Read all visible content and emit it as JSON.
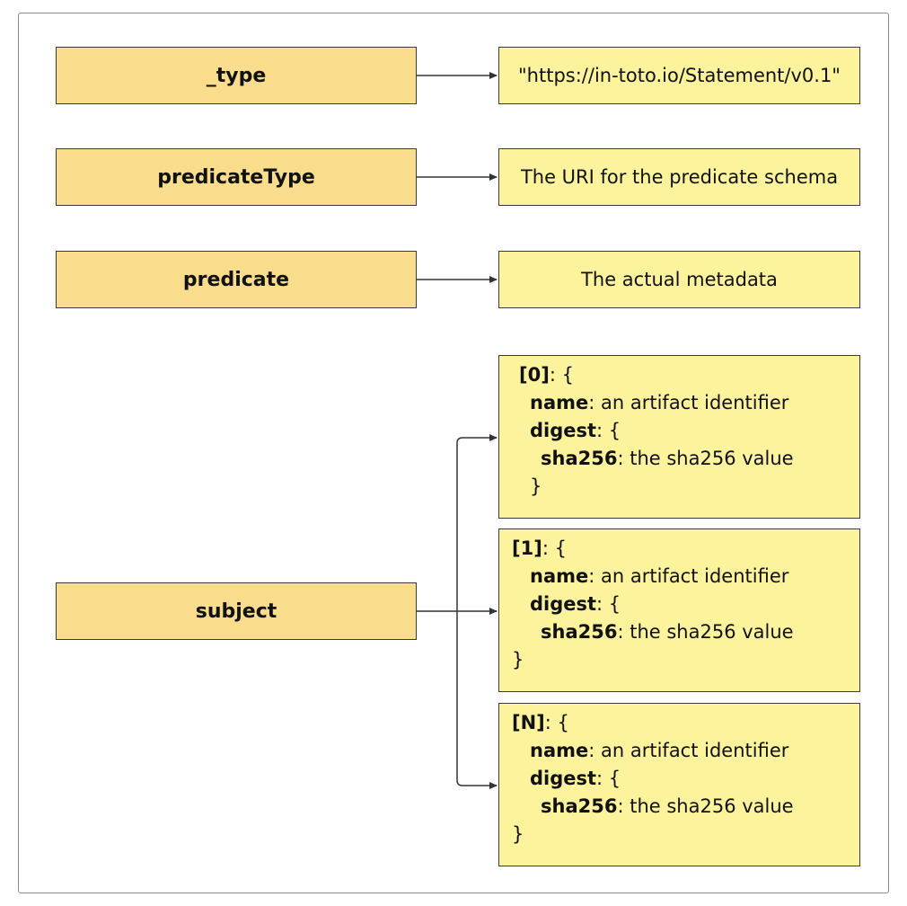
{
  "fields": [
    {
      "key": "_type",
      "value": "\"https://in-toto.io/Statement/v0.1\""
    },
    {
      "key": "predicateType",
      "value": "The URI for the predicate schema"
    },
    {
      "key": "predicate",
      "value": "The actual metadata"
    }
  ],
  "subject": {
    "key": "subject",
    "items": [
      {
        "index": "[0]",
        "open": ": {",
        "name_key": "name",
        "name_value": ": an artifact identifier",
        "digest_key": "digest",
        "digest_open": ": {",
        "sha_key": "sha256",
        "sha_value": ": the sha256 value",
        "close": "}"
      },
      {
        "index": "[1]",
        "open": ": {",
        "name_key": "name",
        "name_value": ": an artifact identifier",
        "digest_key": "digest",
        "digest_open": ": {",
        "sha_key": "sha256",
        "sha_value": ": the sha256 value",
        "close": "}"
      },
      {
        "index": "[N]",
        "open": ": {",
        "name_key": "name",
        "name_value": ": an artifact identifier",
        "digest_key": "digest",
        "digest_open": ": {",
        "sha_key": "sha256",
        "sha_value": ": the sha256 value",
        "close": "}"
      }
    ]
  },
  "colors": {
    "key_fill": "#f9dc8c",
    "value_fill": "#fdf39c",
    "stroke": "#3b3b3b"
  }
}
